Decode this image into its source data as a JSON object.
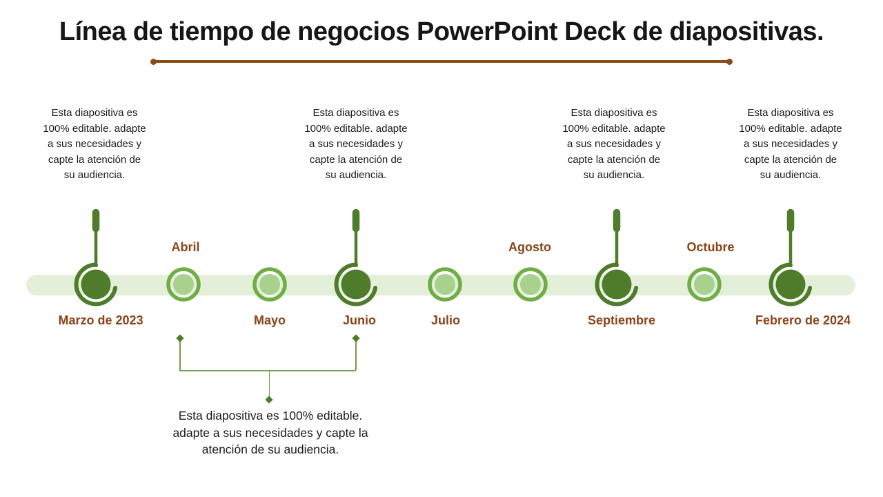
{
  "slide": {
    "title": "Línea de tiempo de negocios PowerPoint Deck de diapositivas."
  },
  "callouts": {
    "top": [
      {
        "text": "Esta diapositiva es\n100% editable. adapte\na sus necesidades y\ncapte la atención de\nsu audiencia."
      },
      {
        "text": "Esta diapositiva es\n100% editable. adapte\na sus necesidades y\ncapte la atención de\nsu audiencia."
      },
      {
        "text": "Esta diapositiva es\n100% editable. adapte\na sus necesidades y\ncapte la atención de\nsu audiencia."
      },
      {
        "text": "Esta diapositiva es\n100% editable. adapte\na sus necesidades y\ncapte la atención de\nsu audiencia."
      }
    ],
    "bottom": {
      "text": "Esta diapositiva es 100% editable.\nadapte a sus necesidades y capte la\natención de su audiencia."
    }
  },
  "timeline": {
    "milestones": [
      {
        "label": "Marzo de 2023",
        "style": "dark-pin",
        "label_position": "below"
      },
      {
        "label": "Abril",
        "style": "light",
        "label_position": "above"
      },
      {
        "label": "Mayo",
        "style": "light",
        "label_position": "below"
      },
      {
        "label": "Junio",
        "style": "dark-pin",
        "label_position": "below"
      },
      {
        "label": "Julio",
        "style": "light",
        "label_position": "below"
      },
      {
        "label": "Agosto",
        "style": "light",
        "label_position": "above"
      },
      {
        "label": "Septiembre",
        "style": "dark-pin",
        "label_position": "below"
      },
      {
        "label": "Octubre",
        "style": "light",
        "label_position": "above"
      },
      {
        "label": "Febrero de 2024",
        "style": "dark-pin",
        "label_position": "below"
      }
    ]
  },
  "colors": {
    "dark_green": "#4e7c2b",
    "medium_green": "#70ad47",
    "light_green": "#a9d18e",
    "band_green": "#e3efd9",
    "bracket_green": "#6f9e4d",
    "brown_line": "#8c4a17",
    "brown_label": "#8a4418",
    "text": "#1a1a1a"
  }
}
